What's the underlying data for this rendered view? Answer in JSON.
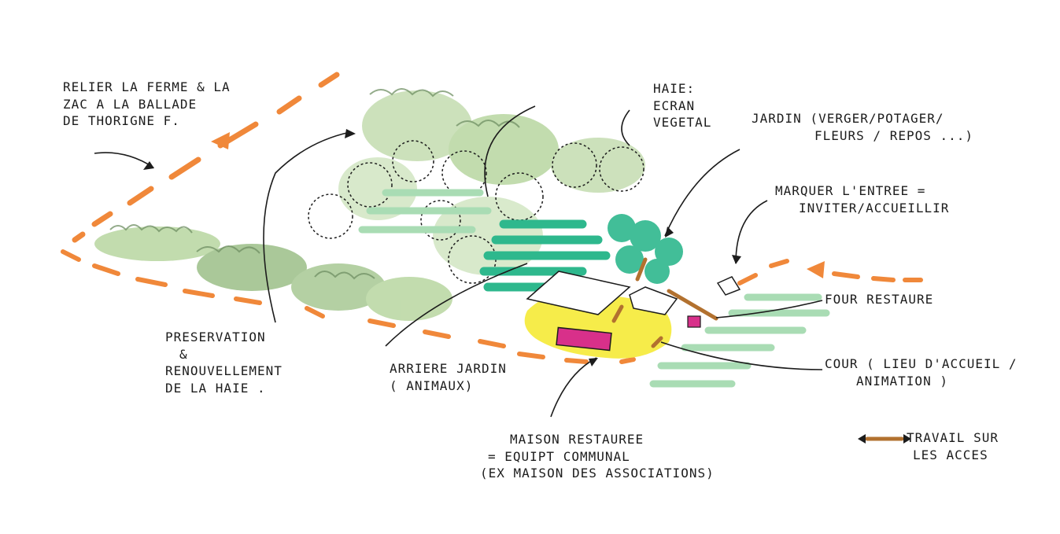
{
  "labels": {
    "relier": [
      "RELIER LA FERME & LA",
      "ZAC A LA BALLADE",
      "DE THORIGNE F."
    ],
    "haie": [
      "HAIE:",
      "ECRAN",
      "VEGETAL"
    ],
    "jardin": [
      "JARDIN (VERGER/POTAGER/",
      "FLEURS / REPOS ...)"
    ],
    "marquer": [
      "MARQUER L'ENTREE =",
      "INVITER/ACCUEILLIR"
    ],
    "four": [
      "FOUR RESTAURE"
    ],
    "preservation": [
      "PRESERVATION",
      "&",
      "RENOUVELLEMENT",
      "DE LA HAIE ."
    ],
    "arriere": [
      "ARRIERE JARDIN",
      "( ANIMAUX)"
    ],
    "cour": [
      "COUR ( LIEU D'ACCUEIL /",
      "ANIMATION )"
    ],
    "maison": [
      "MAISON RESTAUREE",
      "= EQUIPT COMMUNAL",
      "(EX MAISON DES ASSOCIATIONS)"
    ],
    "legend": [
      "TRAVAIL SUR",
      "LES ACCES"
    ]
  },
  "colors": {
    "orange_path": "#f0883a",
    "hedge_green": "#b8d6a0",
    "hedge_dark": "#6f8f63",
    "garden_teal": "#2eb88d",
    "stripe_green": "#a9dcb4",
    "courtyard_yellow": "#f6ec4a",
    "house_magenta": "#d8308a",
    "access_brown": "#b2712f",
    "ink": "#1c1c1c"
  }
}
